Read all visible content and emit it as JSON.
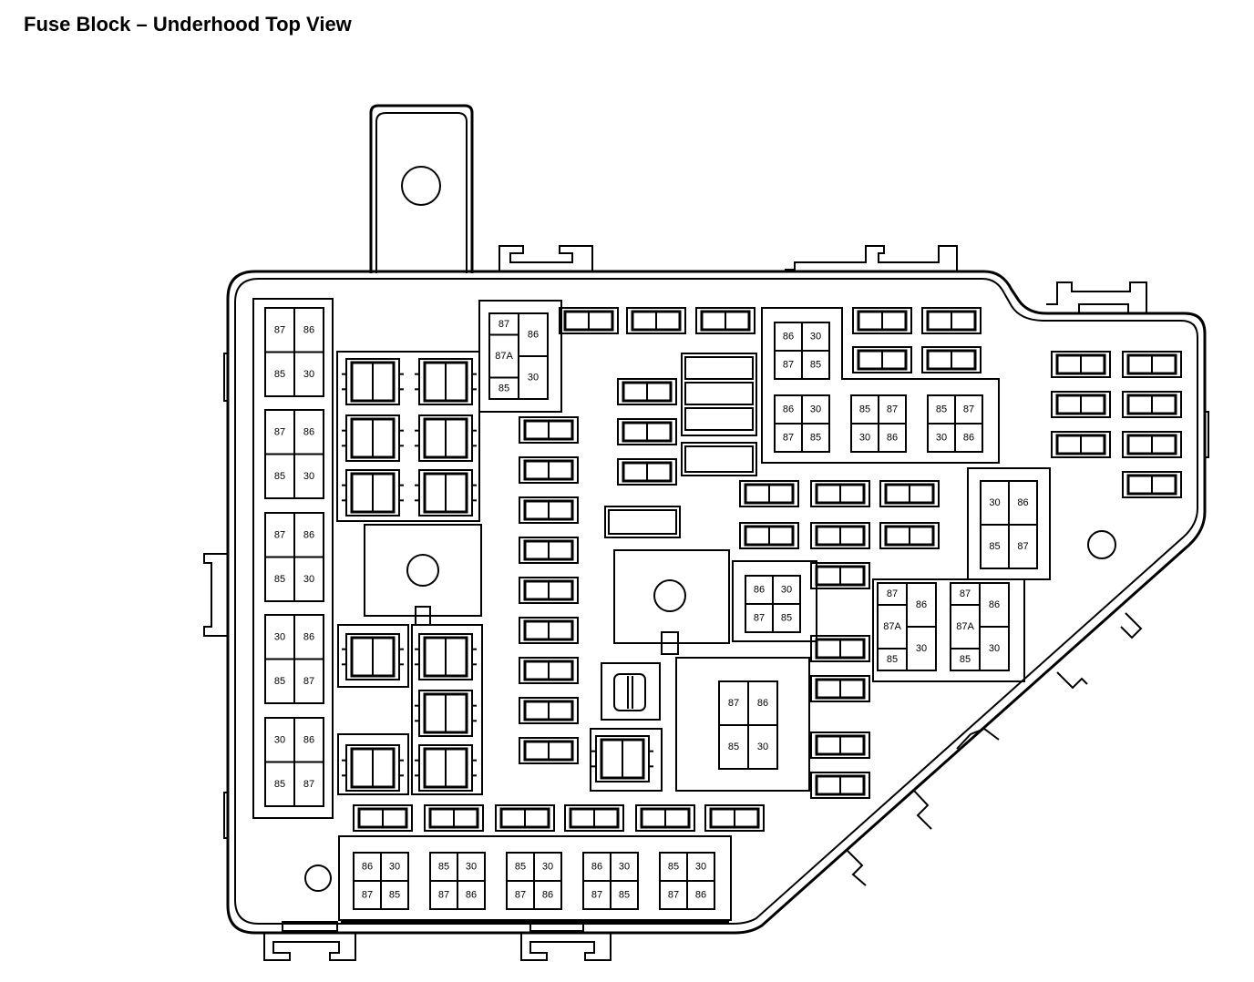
{
  "title": "Fuse Block – Underhood Top View",
  "colors": {
    "line": "#000000",
    "background": "#ffffff"
  },
  "relays": [
    [
      "87",
      "86",
      "85",
      "30"
    ],
    [
      "87",
      "86",
      "85",
      "30"
    ],
    [
      "87",
      "86",
      "85",
      "30"
    ],
    [
      "30",
      "86",
      "85",
      "87"
    ],
    [
      "30",
      "86",
      "85",
      "87"
    ],
    [
      "87",
      "86",
      "87A",
      "85",
      "30"
    ],
    [
      "86",
      "30",
      "87",
      "85"
    ],
    [
      "86",
      "30",
      "87",
      "85"
    ],
    [
      "85",
      "87",
      "30",
      "86"
    ],
    [
      "85",
      "87",
      "30",
      "86"
    ],
    [
      "30",
      "86",
      "85",
      "87"
    ],
    [
      "86",
      "30",
      "87",
      "85"
    ],
    [
      "87",
      "86",
      "87A",
      "85",
      "30"
    ],
    [
      "87",
      "86",
      "87A",
      "85",
      "30"
    ],
    [
      "87",
      "86",
      "85",
      "30"
    ],
    [
      "86",
      "30",
      "87",
      "85"
    ],
    [
      "85",
      "30",
      "87",
      "86"
    ],
    [
      "85",
      "30",
      "87",
      "86"
    ],
    [
      "86",
      "30",
      "87",
      "85"
    ],
    [
      "85",
      "30",
      "87",
      "86"
    ]
  ]
}
